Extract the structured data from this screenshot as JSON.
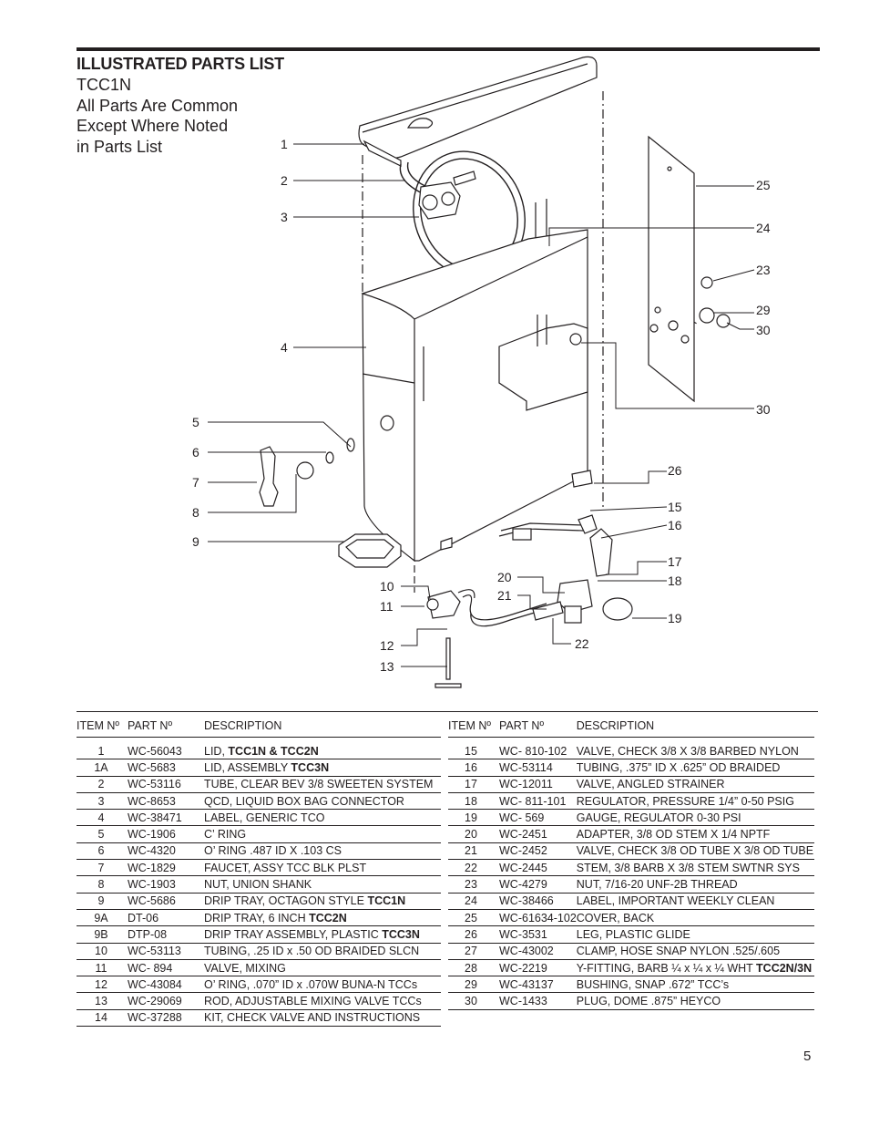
{
  "header": {
    "title": "ILLUSTRATED PARTS LIST",
    "model": "TCC1N",
    "note_lines": [
      "All Parts Are Common",
      "Except Where Noted",
      "in Parts List"
    ]
  },
  "diagram": {
    "callouts": [
      {
        "label": "1"
      },
      {
        "label": "2"
      },
      {
        "label": "3"
      },
      {
        "label": "4"
      },
      {
        "label": "5"
      },
      {
        "label": "6"
      },
      {
        "label": "7"
      },
      {
        "label": "8"
      },
      {
        "label": "9"
      },
      {
        "label": "10"
      },
      {
        "label": "11"
      },
      {
        "label": "12"
      },
      {
        "label": "13"
      },
      {
        "label": "15"
      },
      {
        "label": "16"
      },
      {
        "label": "17"
      },
      {
        "label": "18"
      },
      {
        "label": "19"
      },
      {
        "label": "20"
      },
      {
        "label": "21"
      },
      {
        "label": "22"
      },
      {
        "label": "23"
      },
      {
        "label": "24"
      },
      {
        "label": "25"
      },
      {
        "label": "26"
      },
      {
        "label": "29"
      },
      {
        "label": "30"
      },
      {
        "label": "30"
      }
    ]
  },
  "table": {
    "headers": [
      "ITEM Nº",
      "PART Nº",
      "DESCRIPTION"
    ],
    "left_rows": [
      {
        "item": "1",
        "part": "WC-56043",
        "desc": "LID, ",
        "bold": "TCC1N & TCC2N"
      },
      {
        "item": "1A",
        "part": "WC-5683",
        "desc": "LID, ASSEMBLY ",
        "bold": "TCC3N"
      },
      {
        "item": "2",
        "part": "WC-53116",
        "desc": "TUBE, CLEAR BEV 3/8 SWEETEN SYSTEM",
        "bold": ""
      },
      {
        "item": "3",
        "part": "WC-8653",
        "desc": "QCD, LIQUID BOX BAG CONNECTOR",
        "bold": ""
      },
      {
        "item": "4",
        "part": "WC-38471",
        "desc": "LABEL, GENERIC TCO",
        "bold": ""
      },
      {
        "item": "5",
        "part": "WC-1906",
        "desc": "C’ RING",
        "bold": ""
      },
      {
        "item": "6",
        "part": "WC-4320",
        "desc": "O’ RING .487 ID X .103 CS",
        "bold": ""
      },
      {
        "item": "7",
        "part": "WC-1829",
        "desc": "FAUCET, ASSY TCC BLK PLST",
        "bold": ""
      },
      {
        "item": "8",
        "part": "WC-1903",
        "desc": "NUT, UNION SHANK",
        "bold": ""
      },
      {
        "item": "9",
        "part": "WC-5686",
        "desc": "DRIP TRAY, OCTAGON STYLE ",
        "bold": "TCC1N"
      },
      {
        "item": "9A",
        "part": "DT-06",
        "desc": "DRIP TRAY, 6 INCH ",
        "bold": "TCC2N"
      },
      {
        "item": "9B",
        "part": "DTP-08",
        "desc": "DRIP TRAY ASSEMBLY, PLASTIC ",
        "bold": "TCC3N"
      },
      {
        "item": "10",
        "part": "WC-53113",
        "desc": "TUBING, .25 ID x .50 OD BRAIDED SLCN",
        "bold": ""
      },
      {
        "item": "11",
        "part": "WC- 894",
        "desc": "VALVE, MIXING",
        "bold": ""
      },
      {
        "item": "12",
        "part": "WC-43084",
        "desc": "O’ RING, .070” ID x .070W BUNA-N TCCs",
        "bold": ""
      },
      {
        "item": "13",
        "part": "WC-29069",
        "desc": "ROD, ADJUSTABLE MIXING VALVE TCCs",
        "bold": ""
      },
      {
        "item": "14",
        "part": "WC-37288",
        "desc": "KIT, CHECK VALVE AND INSTRUCTIONS",
        "bold": ""
      }
    ],
    "right_rows": [
      {
        "item": "15",
        "part": "WC- 810-102",
        "desc": "VALVE, CHECK 3/8 X 3/8 BARBED NYLON",
        "bold": ""
      },
      {
        "item": "16",
        "part": "WC-53114",
        "desc": "TUBING, .375” ID X .625” OD BRAIDED",
        "bold": ""
      },
      {
        "item": "17",
        "part": "WC-12011",
        "desc": "VALVE, ANGLED STRAINER",
        "bold": ""
      },
      {
        "item": "18",
        "part": "WC- 811-101",
        "desc": "REGULATOR, PRESSURE 1/4” 0-50 PSIG",
        "bold": ""
      },
      {
        "item": "19",
        "part": "WC- 569",
        "desc": "GAUGE, REGULATOR 0-30 PSI",
        "bold": ""
      },
      {
        "item": "20",
        "part": "WC-2451",
        "desc": "ADAPTER, 3/8 OD STEM X 1/4 NPTF",
        "bold": ""
      },
      {
        "item": "21",
        "part": "WC-2452",
        "desc": "VALVE, CHECK 3/8 OD TUBE X 3/8 OD TUBE",
        "bold": ""
      },
      {
        "item": "22",
        "part": "WC-2445",
        "desc": "STEM, 3/8 BARB X 3/8 STEM SWTNR SYS",
        "bold": ""
      },
      {
        "item": "23",
        "part": "WC-4279",
        "desc": "NUT, 7/16-20 UNF-2B THREAD",
        "bold": ""
      },
      {
        "item": "24",
        "part": "WC-38466",
        "desc": "LABEL, IMPORTANT WEEKLY CLEAN",
        "bold": ""
      },
      {
        "item": "25",
        "part": "WC-61634-102",
        "desc": "COVER, BACK",
        "bold": ""
      },
      {
        "item": "26",
        "part": "WC-3531",
        "desc": "LEG, PLASTIC GLIDE",
        "bold": ""
      },
      {
        "item": "27",
        "part": "WC-43002",
        "desc": "CLAMP, HOSE SNAP NYLON .525/.605",
        "bold": ""
      },
      {
        "item": "28",
        "part": "WC-2219",
        "desc": "Y-FITTING, BARB ¼ x ¼ x ¼ WHT ",
        "bold": "TCC2N/3N"
      },
      {
        "item": "29",
        "part": "WC-43137",
        "desc": "BUSHING, SNAP .672” TCC’s",
        "bold": ""
      },
      {
        "item": "30",
        "part": "WC-1433",
        "desc": "PLUG, DOME .875” HEYCO",
        "bold": ""
      }
    ]
  },
  "page_number": "5"
}
